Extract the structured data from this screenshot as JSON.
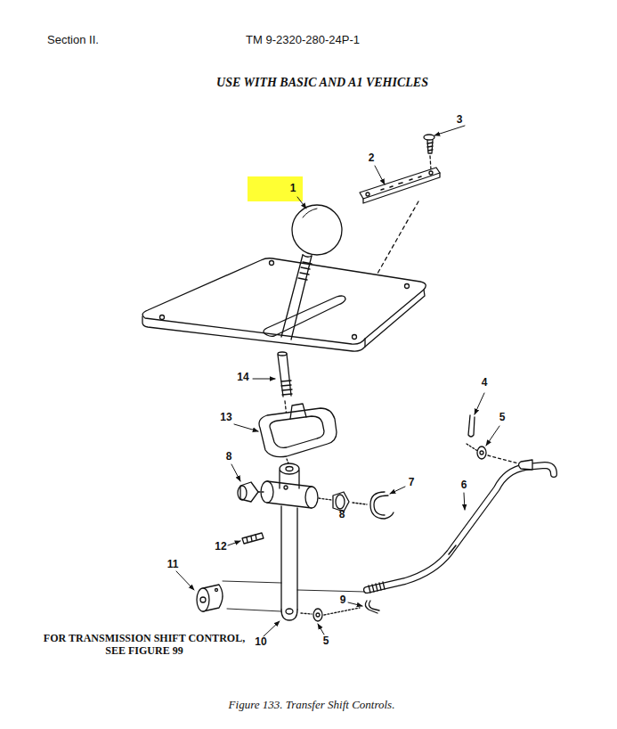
{
  "diagram": {
    "title": "USE WITH BASIC AND A1 VEHICLES",
    "caption": "Figure 133. Transfer Shift Controls.",
    "labels": [
      "Section II.",
      "TM 9-2320-280-24P-1",
      "3",
      "2",
      "1",
      "14",
      "4",
      "5",
      "13",
      "8",
      "7",
      "6",
      "12",
      "11",
      "9",
      "5",
      "10",
      "8",
      "FOR TRANSMISSION SHIFT CONTROL, SEE FIGURE 99"
    ]
  }
}
